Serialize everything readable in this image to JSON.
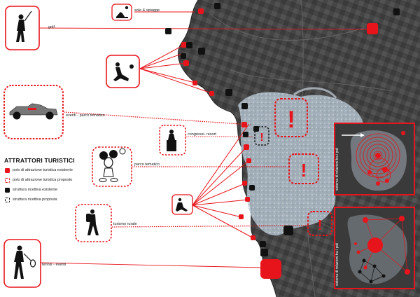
{
  "legend": {
    "title": "ATTRATTORI TURISTICI",
    "items": [
      {
        "label": "polo di attrazione turistica esistente",
        "swatch": "red"
      },
      {
        "label": "polo di attrazione turistica proposto",
        "swatch": "red-dashed"
      },
      {
        "label": "struttura ricettiva esistente",
        "swatch": "black"
      },
      {
        "label": "struttura ricettiva proposta",
        "swatch": "black-dashed"
      }
    ]
  },
  "attractors": [
    {
      "label": "golf",
      "icon": "golfer-icon"
    },
    {
      "label": "sole & spiagge",
      "icon": "sunbather-icon"
    },
    {
      "label": "eventi - parco tematico",
      "icon": "race-car-icon"
    },
    {
      "label": "congressi- resort",
      "icon": "statue-icon"
    },
    {
      "label": "parco tematico",
      "icon": "cartoon-mouse-icon"
    },
    {
      "label": "turismo rurale",
      "icon": "hiker-icon"
    },
    {
      "label": "tennis - eventi",
      "icon": "tennis-player-icon"
    }
  ],
  "insets": {
    "upper_caption": "sistema di relazioni tra i poli",
    "lower_caption": "sistema di relazioni tra i poli"
  },
  "colors": {
    "accent_red": "#e8141b",
    "black": "#111111",
    "map_dark": "#3a3a3a",
    "urban_light": "#b8c6d2"
  }
}
